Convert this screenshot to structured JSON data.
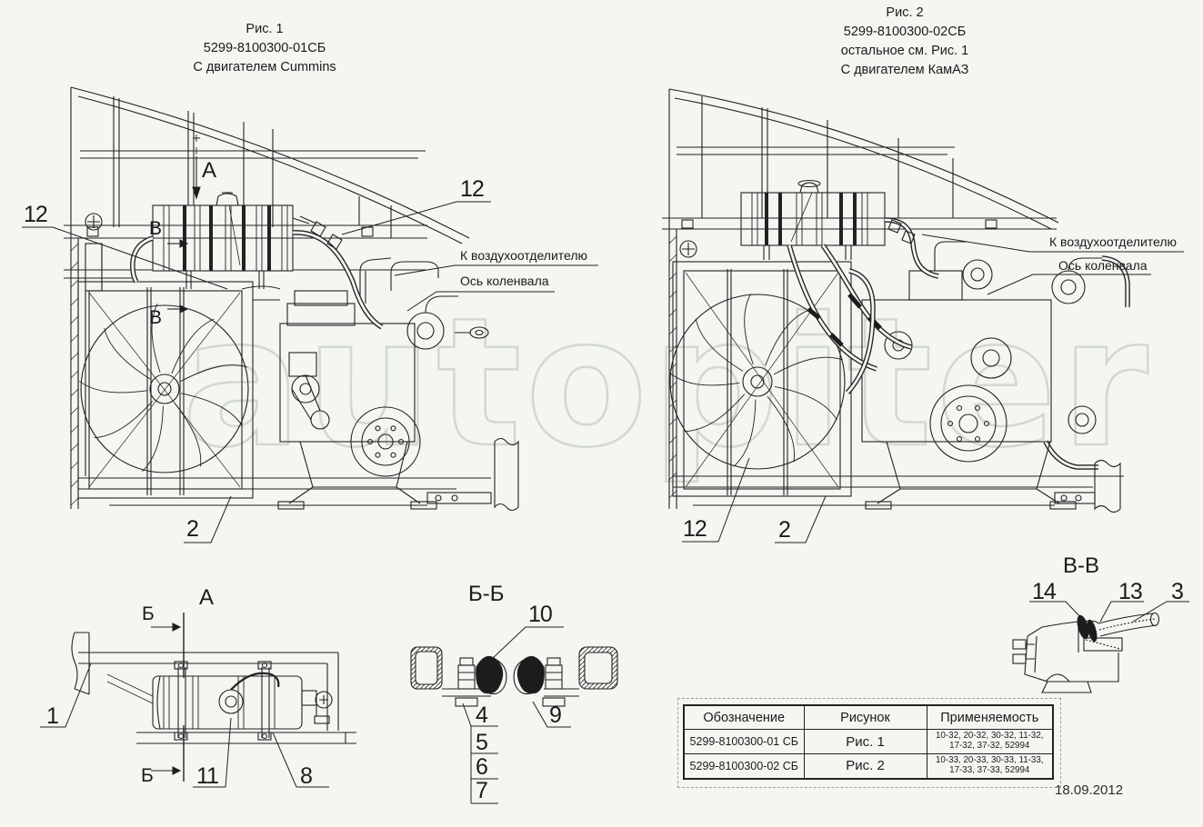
{
  "colors": {
    "background": "#f4f6f2",
    "line": "#222222",
    "watermark_outline": "#d3d8d0"
  },
  "watermark": "autopiter",
  "fig1": {
    "caption": {
      "l1": "Рис. 1",
      "l2": "5299-8100300-01СБ",
      "l3": "С двигателем Cummins"
    },
    "view_a": "А",
    "section_v_top": "В",
    "section_v_bottom": "В",
    "callout_12_left": "12",
    "callout_12_right": "12",
    "callout_2": "2",
    "label_air": "К воздухоотделителю",
    "label_crank": "Ось коленвала"
  },
  "fig2": {
    "caption": {
      "l1": "Рис. 2",
      "l2": "5299-8100300-02СБ",
      "l3": "остальное см. Рис. 1",
      "l4": "С двигателем КамАЗ"
    },
    "callout_12": "12",
    "callout_2": "2",
    "label_air": "К воздухоотделителю",
    "label_crank": "Ось коленвала"
  },
  "detail_a": {
    "title": "А",
    "section_b_top": "Б",
    "section_b_bottom": "Б",
    "callout_1": "1",
    "callout_11": "11",
    "callout_8": "8"
  },
  "section_bb": {
    "title": "Б-Б",
    "callout_10": "10",
    "callout_4": "4",
    "callout_5": "5",
    "callout_6": "6",
    "callout_7": "7",
    "callout_9": "9"
  },
  "section_vv": {
    "title": "В-В",
    "callout_14": "14",
    "callout_13": "13",
    "callout_3": "3"
  },
  "table": {
    "headers": [
      "Обозначение",
      "Рисунок",
      "Применяемость"
    ],
    "rows": [
      {
        "designation": "5299-8100300-01 СБ",
        "figure": "Рис. 1",
        "app_line1": "10-32, 20-32, 30-32, 11-32,",
        "app_line2": "17-32, 37-32, 52994"
      },
      {
        "designation": "5299-8100300-02 СБ",
        "figure": "Рис. 2",
        "app_line1": "10-33, 20-33, 30-33, 11-33,",
        "app_line2": "17-33, 37-33, 52994"
      }
    ]
  },
  "date": "18.09.2012"
}
